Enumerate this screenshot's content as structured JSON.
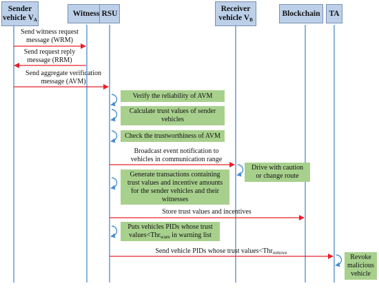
{
  "actors": {
    "sender_line1": "Sender",
    "sender_line2": "vehicle V",
    "sender_sub": "A",
    "witness": "Witness",
    "rsu": "RSU",
    "receiver_line1": "Receiver",
    "receiver_line2": "vehicle V",
    "receiver_sub": "B",
    "blockchain": "Blockchain",
    "ta": "TA"
  },
  "messages": {
    "m1_line1": "Send witness request",
    "m1_line2": "message (WRM)",
    "m2_line1": "Send request reply",
    "m2_line2": "message (RRM)",
    "m3_line1": "Send aggregate verification",
    "m3_line2": "message (AVM)",
    "m4_line1": "Broadcast event notification to",
    "m4_line2": "vehicles in communication range",
    "m5": "Store trust values and incentives",
    "m6_main": "Send vehicle PIDs whose trust values<Thr",
    "m6_sub": "remove"
  },
  "actions": {
    "a1": "Verify the reliability of AVM",
    "a2_line1": "Calculate trust values of sender",
    "a2_line2": "vehicles",
    "a3": "Check the trustworthiness of AVM",
    "a4_line1": "Drive with caution",
    "a4_line2": "or change route",
    "a5_line1": "Generate transactions containing",
    "a5_line2": "trust values and incentive amounts",
    "a5_line3": "for the sender vehicles and their",
    "a5_line4": "witnesses",
    "a6_line1": "Puts vehicles PIDs whose trust",
    "a6_main": "values<Thr",
    "a6_sub": "warn",
    "a6_tail": " in warning list",
    "a7_line1": "Revoke",
    "a7_line2": "malicious",
    "a7_line3": "vehicle"
  },
  "colors": {
    "header_fill": "#bdd0e9",
    "lifeline": "#8bb3d9",
    "action_fill": "#a8d08d",
    "arrow": "#e8202a",
    "self_arrow": "#4a8fd0"
  }
}
